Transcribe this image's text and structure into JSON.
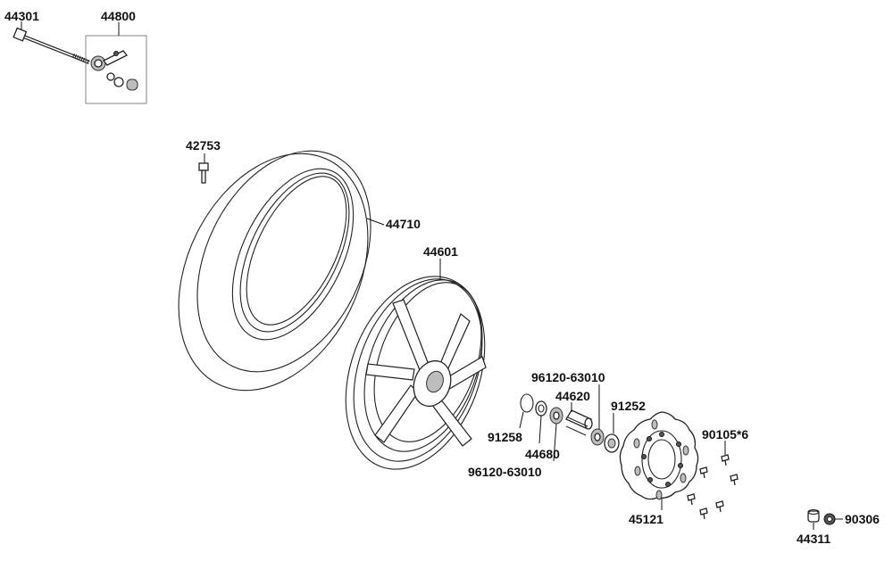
{
  "diagram": {
    "part_numbers": {
      "p44301": "44301",
      "p44800": "44800",
      "p42753": "42753",
      "p44710": "44710",
      "p44601": "44601",
      "p96120_top": "96120-63010",
      "p44620": "44620",
      "p91252": "91252",
      "p91258": "91258",
      "p44680": "44680",
      "p96120_bottom": "96120-63010",
      "p90105": "90105*6",
      "p45121": "45121",
      "p90306": "90306",
      "p44311": "44311"
    }
  }
}
